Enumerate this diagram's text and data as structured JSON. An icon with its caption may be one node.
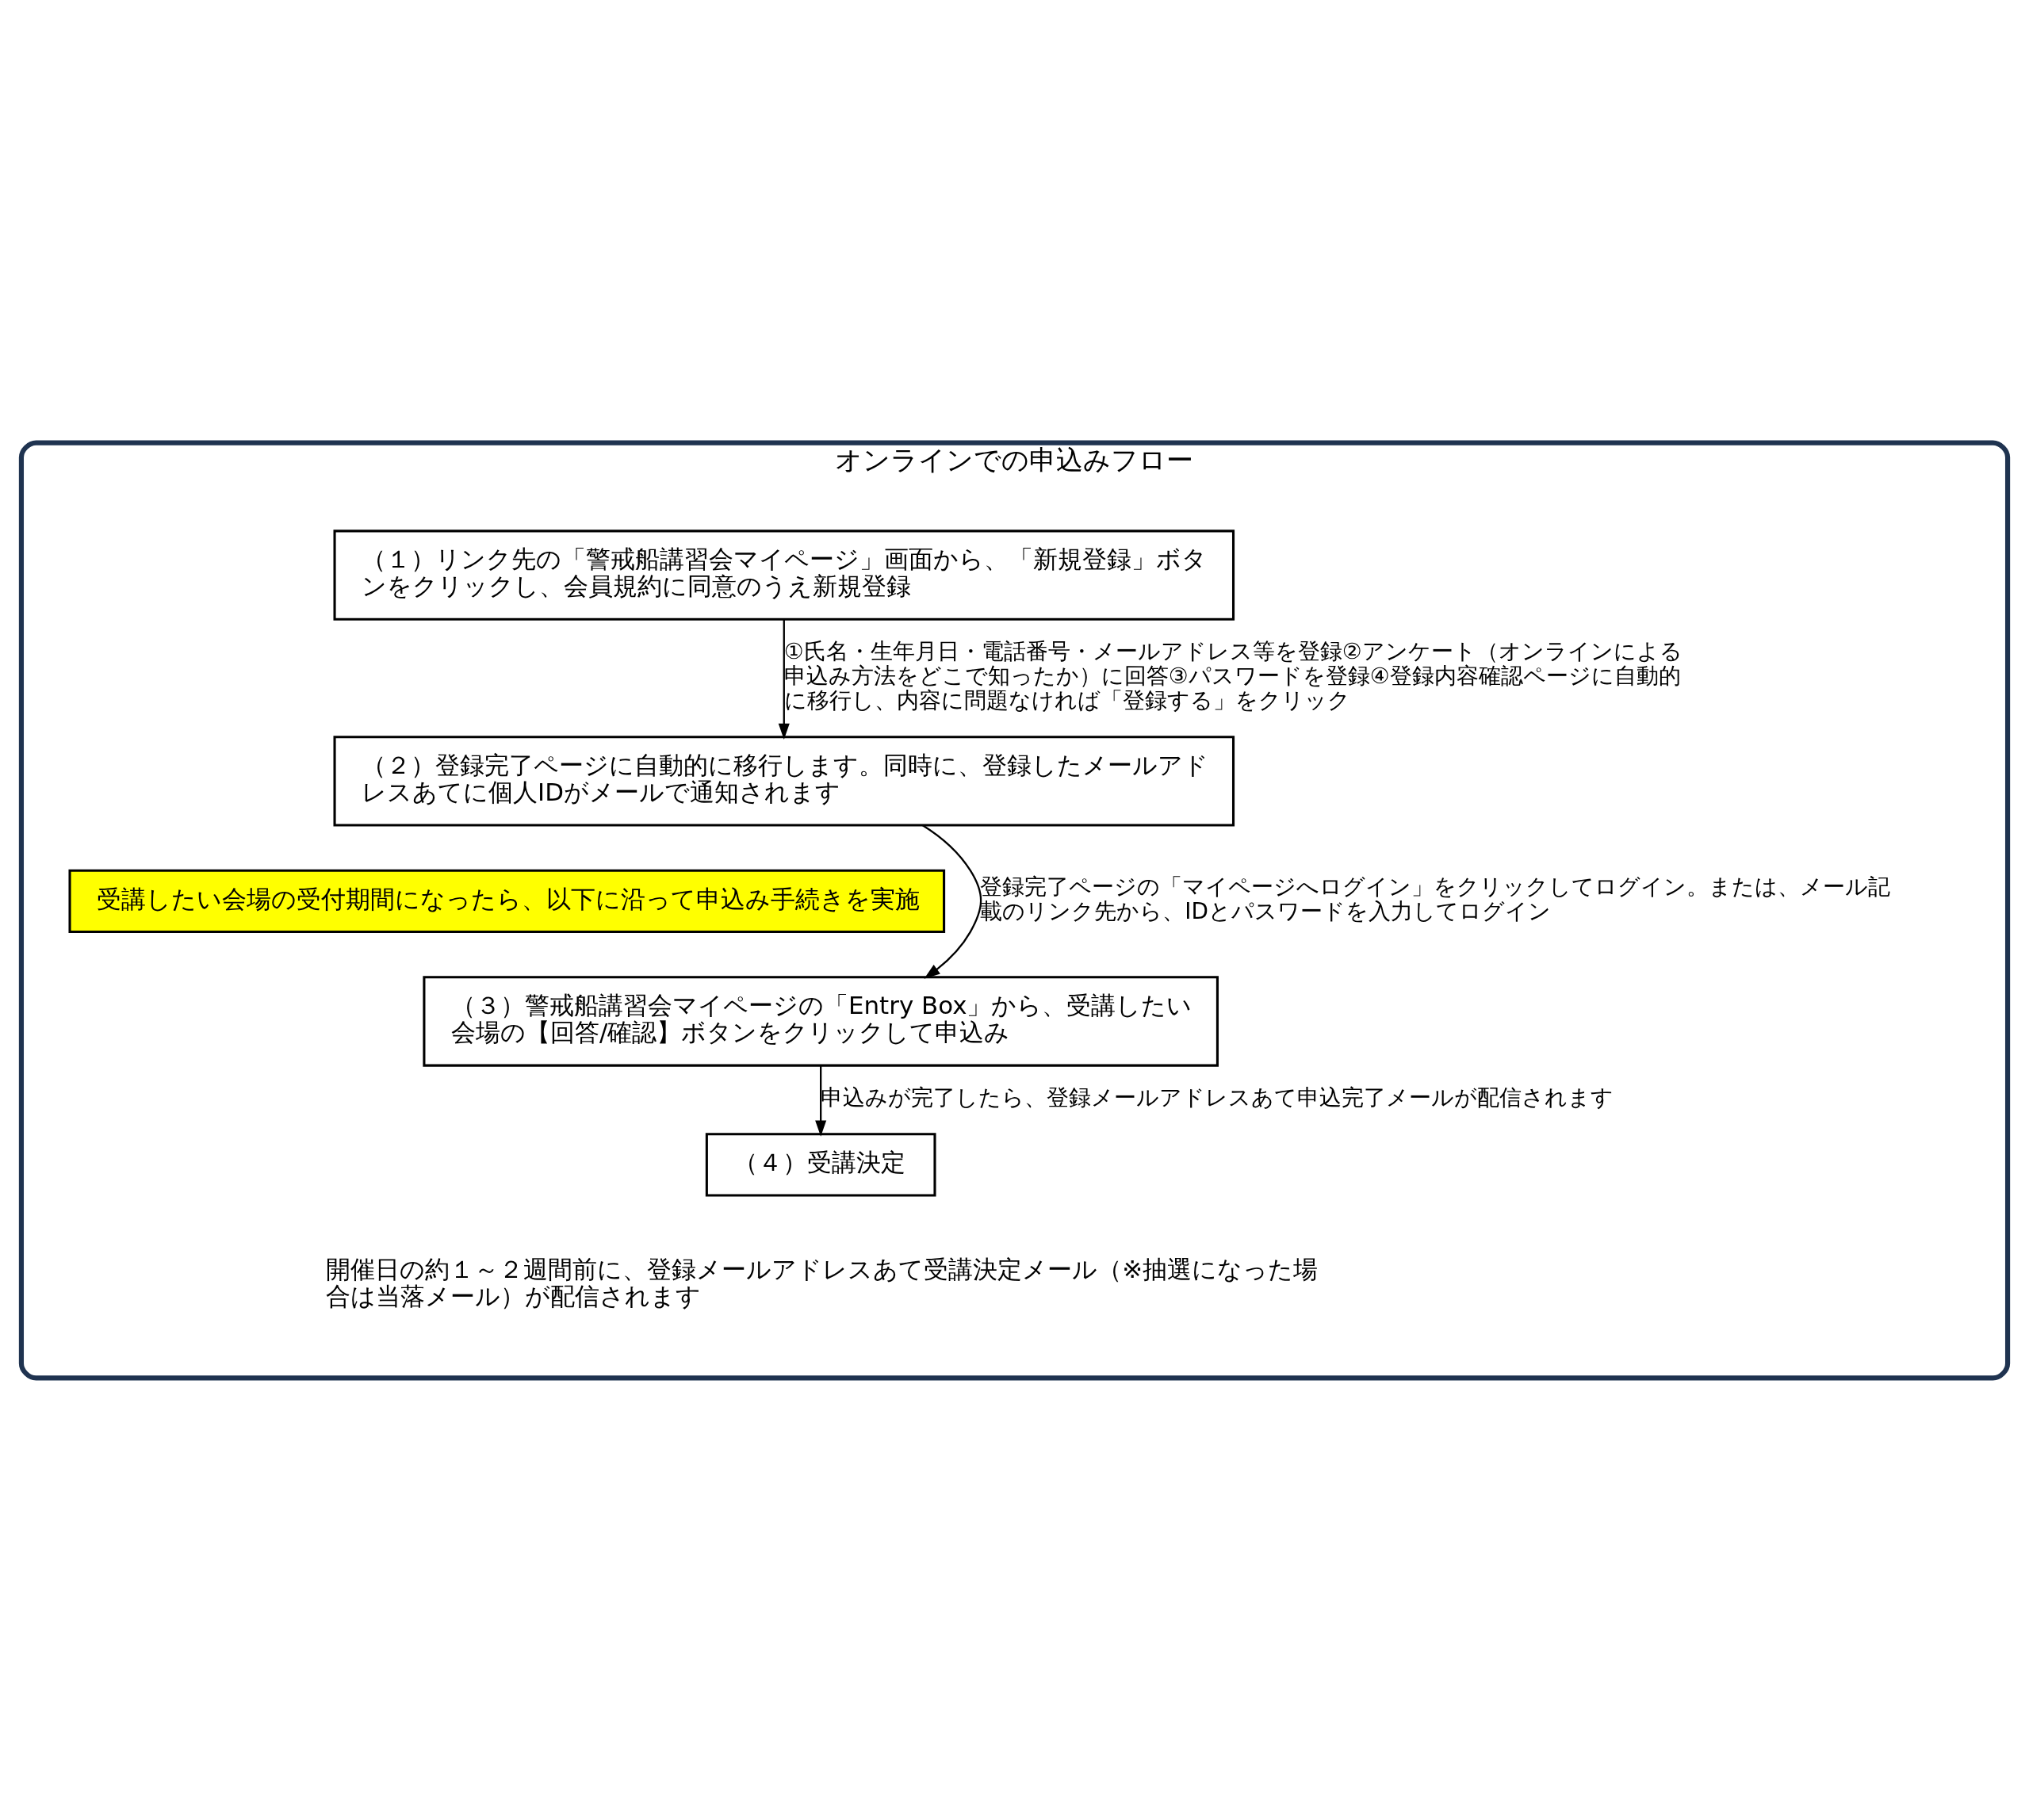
{
  "diagram": {
    "nodes": [
      {
        "text": [
          "オンラインでの申込みフロー"
        ]
      },
      {
        "text": [
          "（１）リンク先の「警戒船講習会マイページ」画面から、「新規登録」ボタンをクリックし、会員規約に同意のうえ新規登録"
        ],
        "in": 0
      },
      {
        "text": [
          "（２）登録完了ページに自動的に移行します。同時に、登録したメールアドレスあてに個人IDがメールで通知されます"
        ],
        "in": 0
      },
      {
        "text": [
          "受講したい会場の受付期間になったら、以下に沿って申込み手続きを実施"
        ],
        "in": 0
      },
      {
        "text": [
          "（３）警戒船講習会マイページの「Entry Box」から、受講したい会場の【回答/確認】ボタンをクリックして申込み"
        ],
        "in": 0
      },
      {
        "text": [
          "（４）受講決定"
        ],
        "in": 0
      }
    ],
    "edges": [
      {
        "from": 1,
        "to": 2,
        "arrow": "to",
        "label": "①氏名・生年月日・電話番号・メールアドレス等を登録②アンケート（オンラインによる申込み方法をどこで知ったか）に回答③パスワードを登録④登録内容確認ページに自動的に移行し、内容に問題なければ「登録する」をクリック"
      },
      {
        "from": 2,
        "to": 4,
        "arrow": "to",
        "label": "登録完了ページの「マイページへログイン」をクリックしてログイン。または、メール記載のリンク先から、IDとパスワードを入力してログイン"
      },
      {
        "from": 4,
        "to": 5,
        "arrow": "to",
        "label": "申込みが完了したら、登録メールアドレスあて申込完了メールが配信されます"
      }
    ],
    "labels": [
      "開催日の約１～２週間前に、登録メールアドレスあて受講決定メール（※抽選になった場合は当落メール）が配信されます"
    ]
  }
}
